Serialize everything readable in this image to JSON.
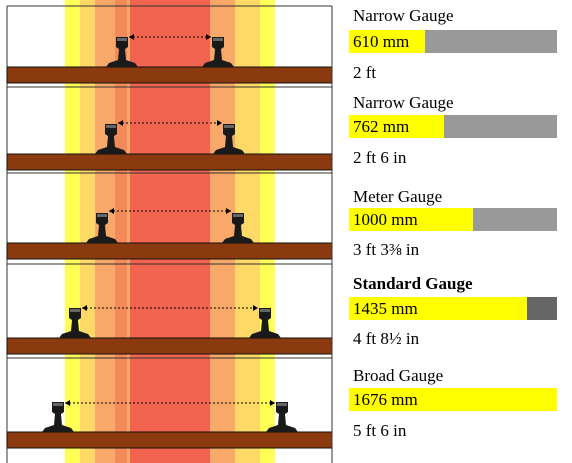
{
  "colors": {
    "band_outer": "#ffff55",
    "band_mid": "#ffd966",
    "band_inner": "#f8a868",
    "band_core": "#f26450",
    "sleeper": "#8b3a0f",
    "bar_fill": "#ffff00",
    "bar_rest": "#999999",
    "bar_rest_dark": "#666666"
  },
  "gauges": [
    {
      "name": "Narrow Gauge",
      "metric": "610 mm",
      "imperial": "2 ft",
      "mm": 610,
      "bold": false
    },
    {
      "name": "Narrow Gauge",
      "metric": "762 mm",
      "imperial": "2 ft 6 in",
      "mm": 762,
      "bold": false
    },
    {
      "name": "Meter Gauge",
      "metric": "1000 mm",
      "imperial": "3 ft 3⅜ in",
      "mm": 1000,
      "bold": false
    },
    {
      "name": "Standard Gauge",
      "metric": "1435 mm",
      "imperial": "4 ft 8½ in",
      "mm": 1435,
      "bold": true
    },
    {
      "name": "Broad Gauge",
      "metric": "1676 mm",
      "imperial": "5 ft 6 in",
      "mm": 1676,
      "bold": false
    }
  ]
}
